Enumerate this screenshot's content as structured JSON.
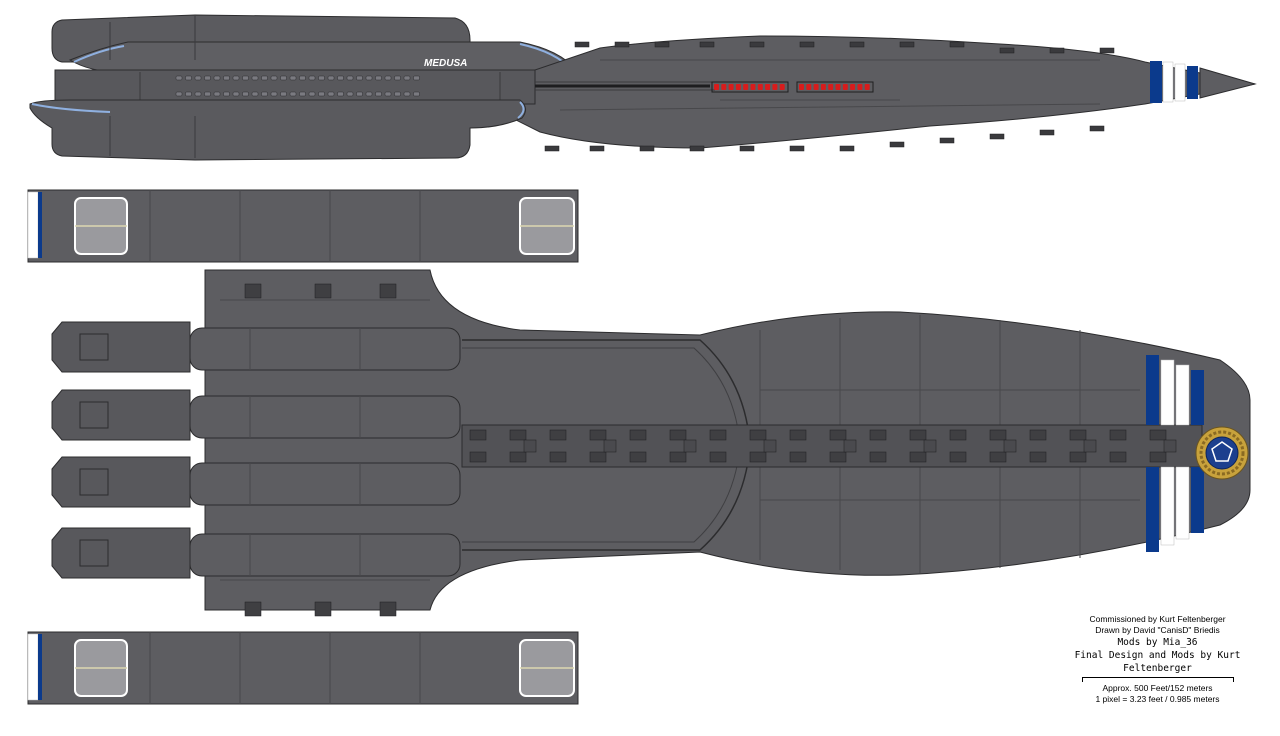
{
  "ship": {
    "name": "MEDUSA",
    "colors": {
      "hull": "#5d5d61",
      "hull_dark": "#4a4a4e",
      "panel_line": "#3a3a3d",
      "accent_blue": "#0b3a8c",
      "stripe_white": "#ffffff",
      "light_red": "#d81c1c",
      "emblem_gold": "#c8a23c"
    }
  },
  "credits": {
    "line1": "Commissioned by Kurt Feltenberger",
    "line2": "Drawn by David \"CanisD\" Briedis",
    "line3": "Mods by Mia_36",
    "line4": "Final Design and Mods by Kurt Feltenberger",
    "line5": "Approx. 500 Feet/152 meters",
    "line6": "1 pixel = 3.23 feet / 0.985 meters"
  }
}
